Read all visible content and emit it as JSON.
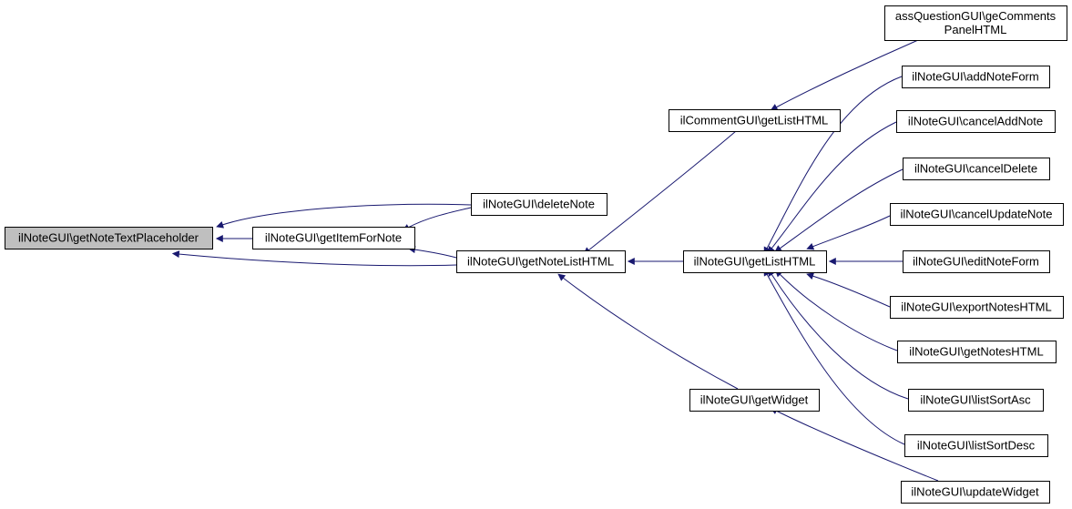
{
  "colors": {
    "edge": "#191970",
    "node_border": "#000000",
    "node_fill": "#ffffff",
    "root_fill": "#bfbfbf"
  },
  "nodes": {
    "getNoteTextPlaceholder": {
      "lines": [
        "ilNoteGUI\\getNoteTextPlaceholder"
      ],
      "root": true
    },
    "getItemForNote": {
      "lines": [
        "ilNoteGUI\\getItemForNote"
      ]
    },
    "deleteNote": {
      "lines": [
        "ilNoteGUI\\deleteNote"
      ]
    },
    "getNoteListHTML": {
      "lines": [
        "ilNoteGUI\\getNoteListHTML"
      ]
    },
    "commentGetListHTML": {
      "lines": [
        "ilCommentGUI\\getListHTML"
      ]
    },
    "getListHTML": {
      "lines": [
        "ilNoteGUI\\getListHTML"
      ]
    },
    "getWidget": {
      "lines": [
        "ilNoteGUI\\getWidget"
      ]
    },
    "assQuestion": {
      "lines": [
        "assQuestionGUI\\geComments",
        "PanelHTML"
      ]
    },
    "addNoteForm": {
      "lines": [
        "ilNoteGUI\\addNoteForm"
      ]
    },
    "cancelAddNote": {
      "lines": [
        "ilNoteGUI\\cancelAddNote"
      ]
    },
    "cancelDelete": {
      "lines": [
        "ilNoteGUI\\cancelDelete"
      ]
    },
    "cancelUpdateNote": {
      "lines": [
        "ilNoteGUI\\cancelUpdateNote"
      ]
    },
    "editNoteForm": {
      "lines": [
        "ilNoteGUI\\editNoteForm"
      ]
    },
    "exportNotesHTML": {
      "lines": [
        "ilNoteGUI\\exportNotesHTML"
      ]
    },
    "getNotesHTML": {
      "lines": [
        "ilNoteGUI\\getNotesHTML"
      ]
    },
    "listSortAsc": {
      "lines": [
        "ilNoteGUI\\listSortAsc"
      ]
    },
    "listSortDesc": {
      "lines": [
        "ilNoteGUI\\listSortDesc"
      ]
    },
    "updateWidget": {
      "lines": [
        "ilNoteGUI\\updateWidget"
      ]
    }
  },
  "edges": [
    {
      "from": "getItemForNote",
      "to": "getNoteTextPlaceholder"
    },
    {
      "from": "deleteNote",
      "to": "getNoteTextPlaceholder"
    },
    {
      "from": "getNoteListHTML",
      "to": "getNoteTextPlaceholder"
    },
    {
      "from": "deleteNote",
      "to": "getItemForNote"
    },
    {
      "from": "getNoteListHTML",
      "to": "getItemForNote"
    },
    {
      "from": "commentGetListHTML",
      "to": "getNoteListHTML"
    },
    {
      "from": "getListHTML",
      "to": "getNoteListHTML"
    },
    {
      "from": "getWidget",
      "to": "getNoteListHTML"
    },
    {
      "from": "assQuestion",
      "to": "commentGetListHTML"
    },
    {
      "from": "addNoteForm",
      "to": "getListHTML"
    },
    {
      "from": "cancelAddNote",
      "to": "getListHTML"
    },
    {
      "from": "cancelDelete",
      "to": "getListHTML"
    },
    {
      "from": "cancelUpdateNote",
      "to": "getListHTML"
    },
    {
      "from": "editNoteForm",
      "to": "getListHTML"
    },
    {
      "from": "exportNotesHTML",
      "to": "getListHTML"
    },
    {
      "from": "getNotesHTML",
      "to": "getListHTML"
    },
    {
      "from": "listSortAsc",
      "to": "getListHTML"
    },
    {
      "from": "listSortDesc",
      "to": "getListHTML"
    },
    {
      "from": "updateWidget",
      "to": "getWidget"
    }
  ]
}
